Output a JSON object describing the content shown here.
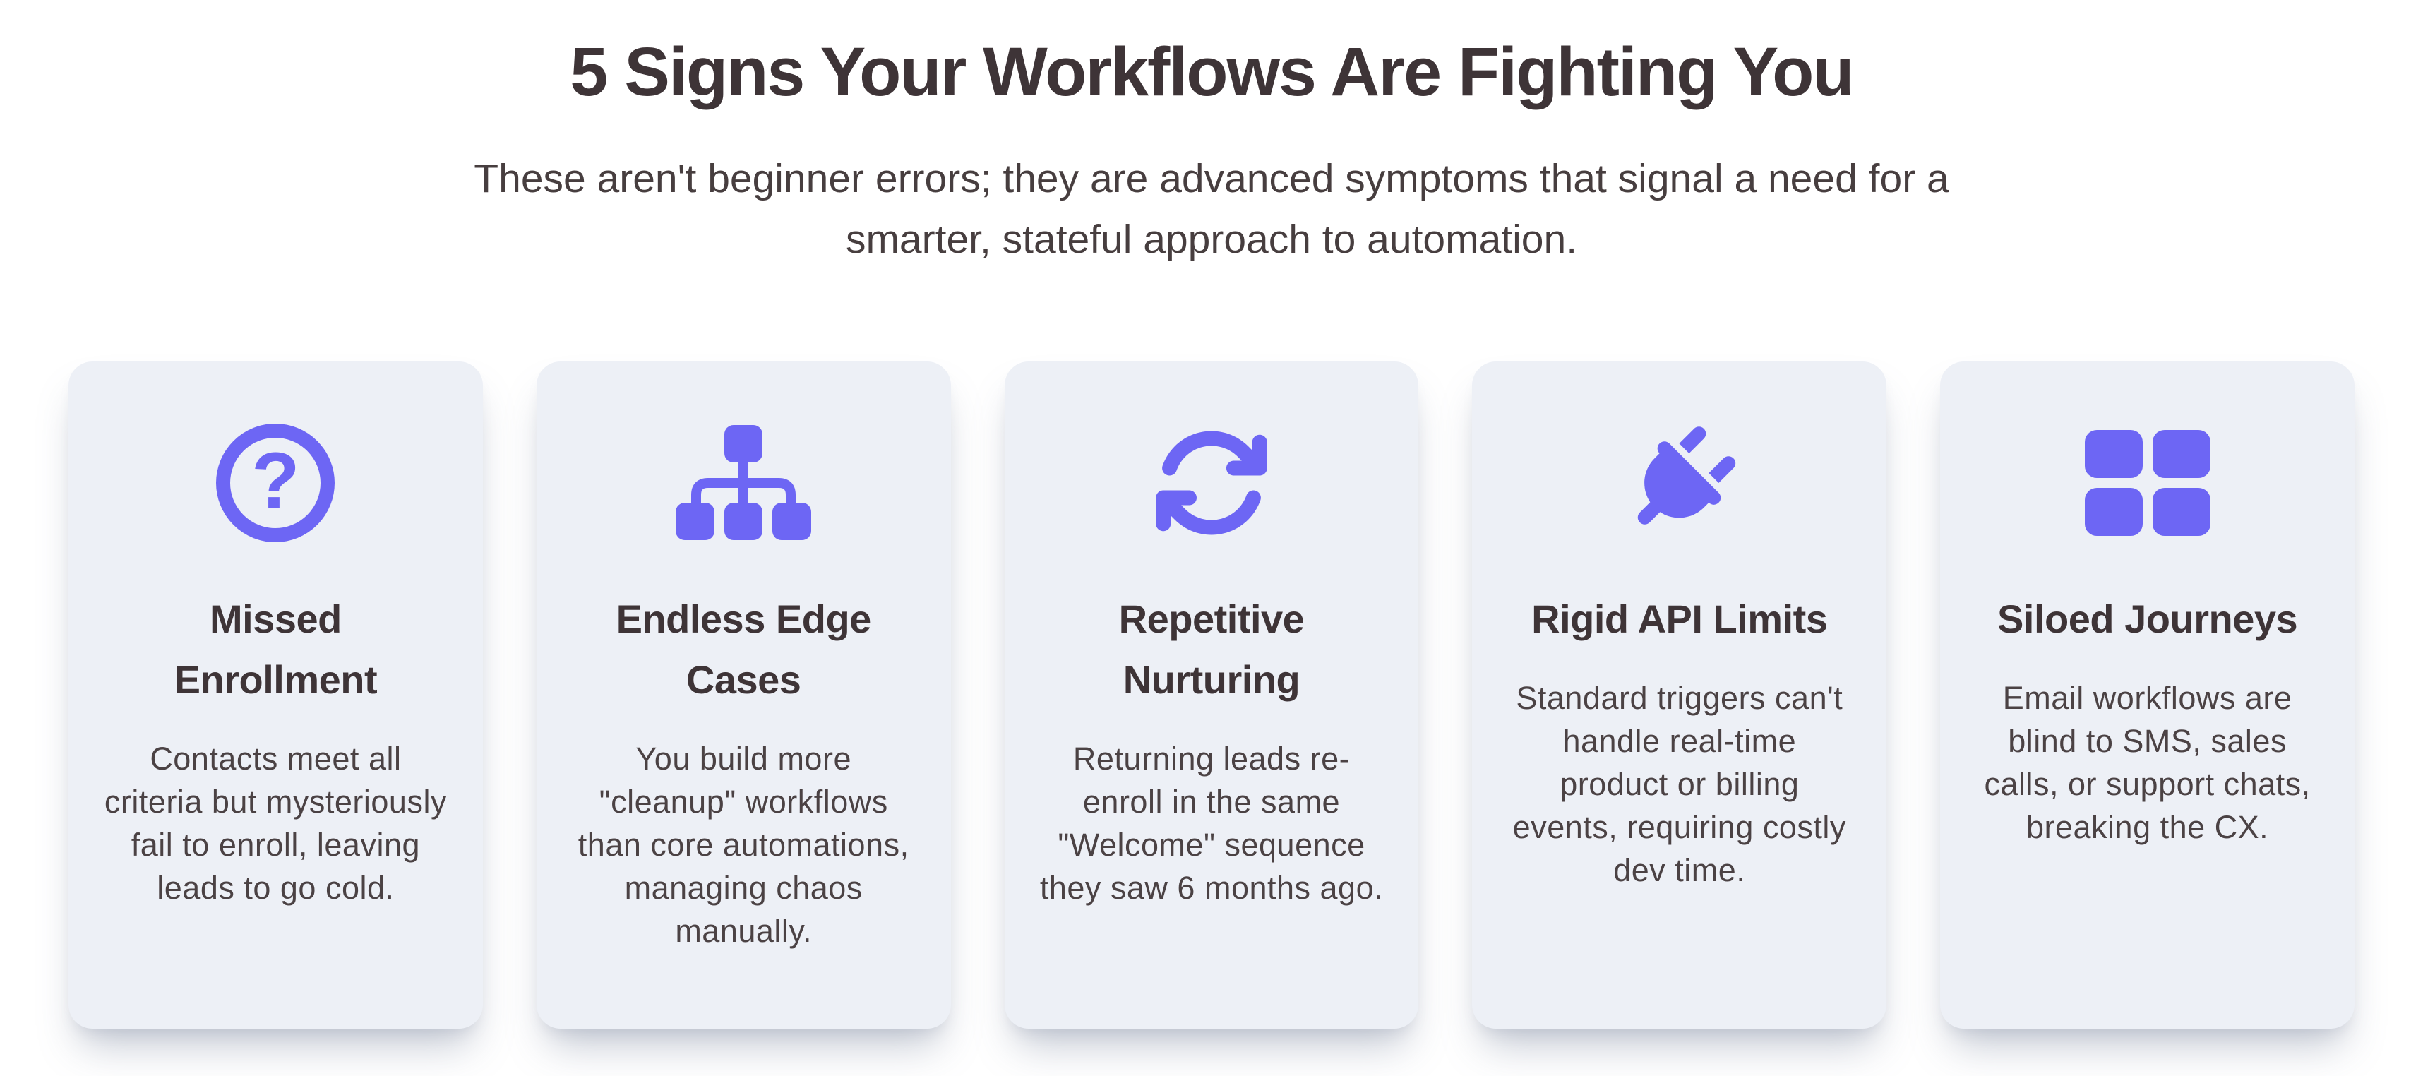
{
  "theme": {
    "accent": "#6d66f4",
    "card_background": "#edf0f6",
    "heading_color": "#3e3437",
    "body_color": "#4b4244"
  },
  "header": {
    "title": "5 Signs Your Workflows Are Fighting You",
    "subtitle": "These aren't beginner errors; they are advanced symptoms that signal a need for a smarter, stateful approach to automation."
  },
  "icons": {
    "question_glyph": "?"
  },
  "cards": [
    {
      "icon": "circle-question-icon",
      "title": "Missed Enrollment",
      "description": "Contacts meet all criteria but mysteriously fail to enroll, leaving leads to go cold."
    },
    {
      "icon": "sitemap-icon",
      "title": "Endless Edge Cases",
      "description": "You build more \"cleanup\" workflows than core automations, managing chaos manually."
    },
    {
      "icon": "sync-arrows-icon",
      "title": "Repetitive Nurturing",
      "description": "Returning leads re-enroll in the same \"Welcome\" sequence they saw 6 months ago."
    },
    {
      "icon": "plug-icon",
      "title": "Rigid API Limits",
      "description": "Standard triggers can't handle real-time product or billing events, requiring costly dev time."
    },
    {
      "icon": "grid-cells-icon",
      "title": "Siloed Journeys",
      "description": "Email workflows are blind to SMS, sales calls, or support chats, breaking the CX."
    }
  ]
}
